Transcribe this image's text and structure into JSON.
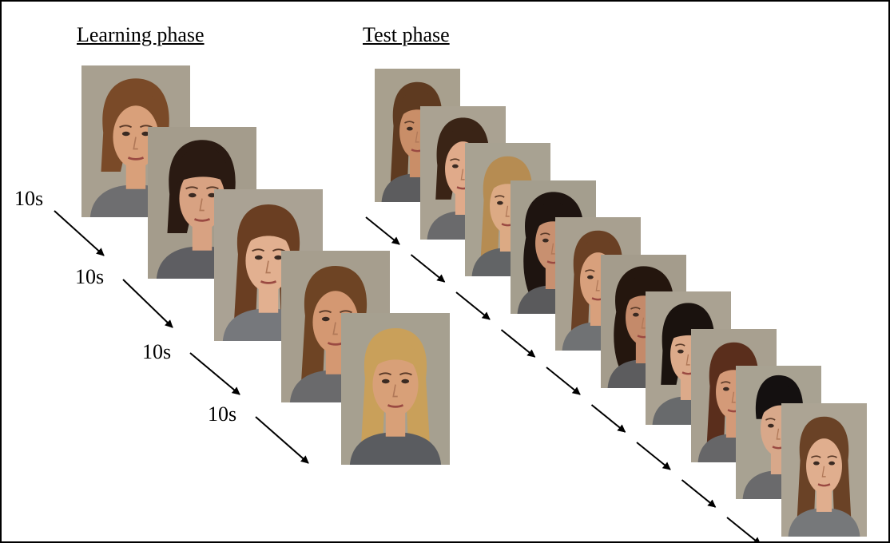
{
  "learning_phase": {
    "title": "Learning phase",
    "durations": [
      "10s",
      "10s",
      "10s",
      "10s"
    ],
    "faces": [
      {
        "hair": "#7a4a28",
        "skin": "#d9a07a",
        "shirt": "#6e6e70",
        "bg": "#a8a090",
        "style": "bob-part"
      },
      {
        "hair": "#2a1a12",
        "skin": "#d8a282",
        "shirt": "#5e5e62",
        "bg": "#a49c8c",
        "style": "bangs"
      },
      {
        "hair": "#6a3e22",
        "skin": "#e2b090",
        "shirt": "#76787c",
        "bg": "#aaa294",
        "style": "long"
      },
      {
        "hair": "#6e4424",
        "skin": "#d49872",
        "shirt": "#6a6a6c",
        "bg": "#a69e8e",
        "style": "long-part"
      },
      {
        "hair": "#c9a05a",
        "skin": "#d8a078",
        "shirt": "#5a5c60",
        "bg": "#a6a090",
        "style": "long-blonde"
      }
    ]
  },
  "test_phase": {
    "title": "Test phase",
    "faces": [
      {
        "hair": "#5e3a20",
        "skin": "#c98e68",
        "shirt": "#5c5c5e",
        "bg": "#a8a08e",
        "style": "long"
      },
      {
        "hair": "#3a2416",
        "skin": "#e0aa8a",
        "shirt": "#6a6a6c",
        "bg": "#aaa292",
        "style": "bob-part"
      },
      {
        "hair": "#b68c52",
        "skin": "#dcaa84",
        "shirt": "#626466",
        "bg": "#a8a292",
        "style": "long-blonde"
      },
      {
        "hair": "#1e1410",
        "skin": "#c89070",
        "shirt": "#5a5a5c",
        "bg": "#a49e8e",
        "style": "curly"
      },
      {
        "hair": "#6a4024",
        "skin": "#d8a07c",
        "shirt": "#707274",
        "bg": "#a8a090",
        "style": "long-part"
      },
      {
        "hair": "#24160e",
        "skin": "#c48a6a",
        "shirt": "#5c5c5e",
        "bg": "#a49c8c",
        "style": "curly"
      },
      {
        "hair": "#1a120e",
        "skin": "#dcaa8a",
        "shirt": "#686a6c",
        "bg": "#aaa292",
        "style": "bangs"
      },
      {
        "hair": "#5a2e1c",
        "skin": "#d49a78",
        "shirt": "#666668",
        "bg": "#a8a090",
        "style": "long"
      },
      {
        "hair": "#141010",
        "skin": "#d8a88a",
        "shirt": "#6a6a6c",
        "bg": "#a8a292",
        "style": "updo"
      },
      {
        "hair": "#6a4226",
        "skin": "#e0ae8e",
        "shirt": "#76787a",
        "bg": "#aca494",
        "style": "long-part"
      }
    ]
  }
}
